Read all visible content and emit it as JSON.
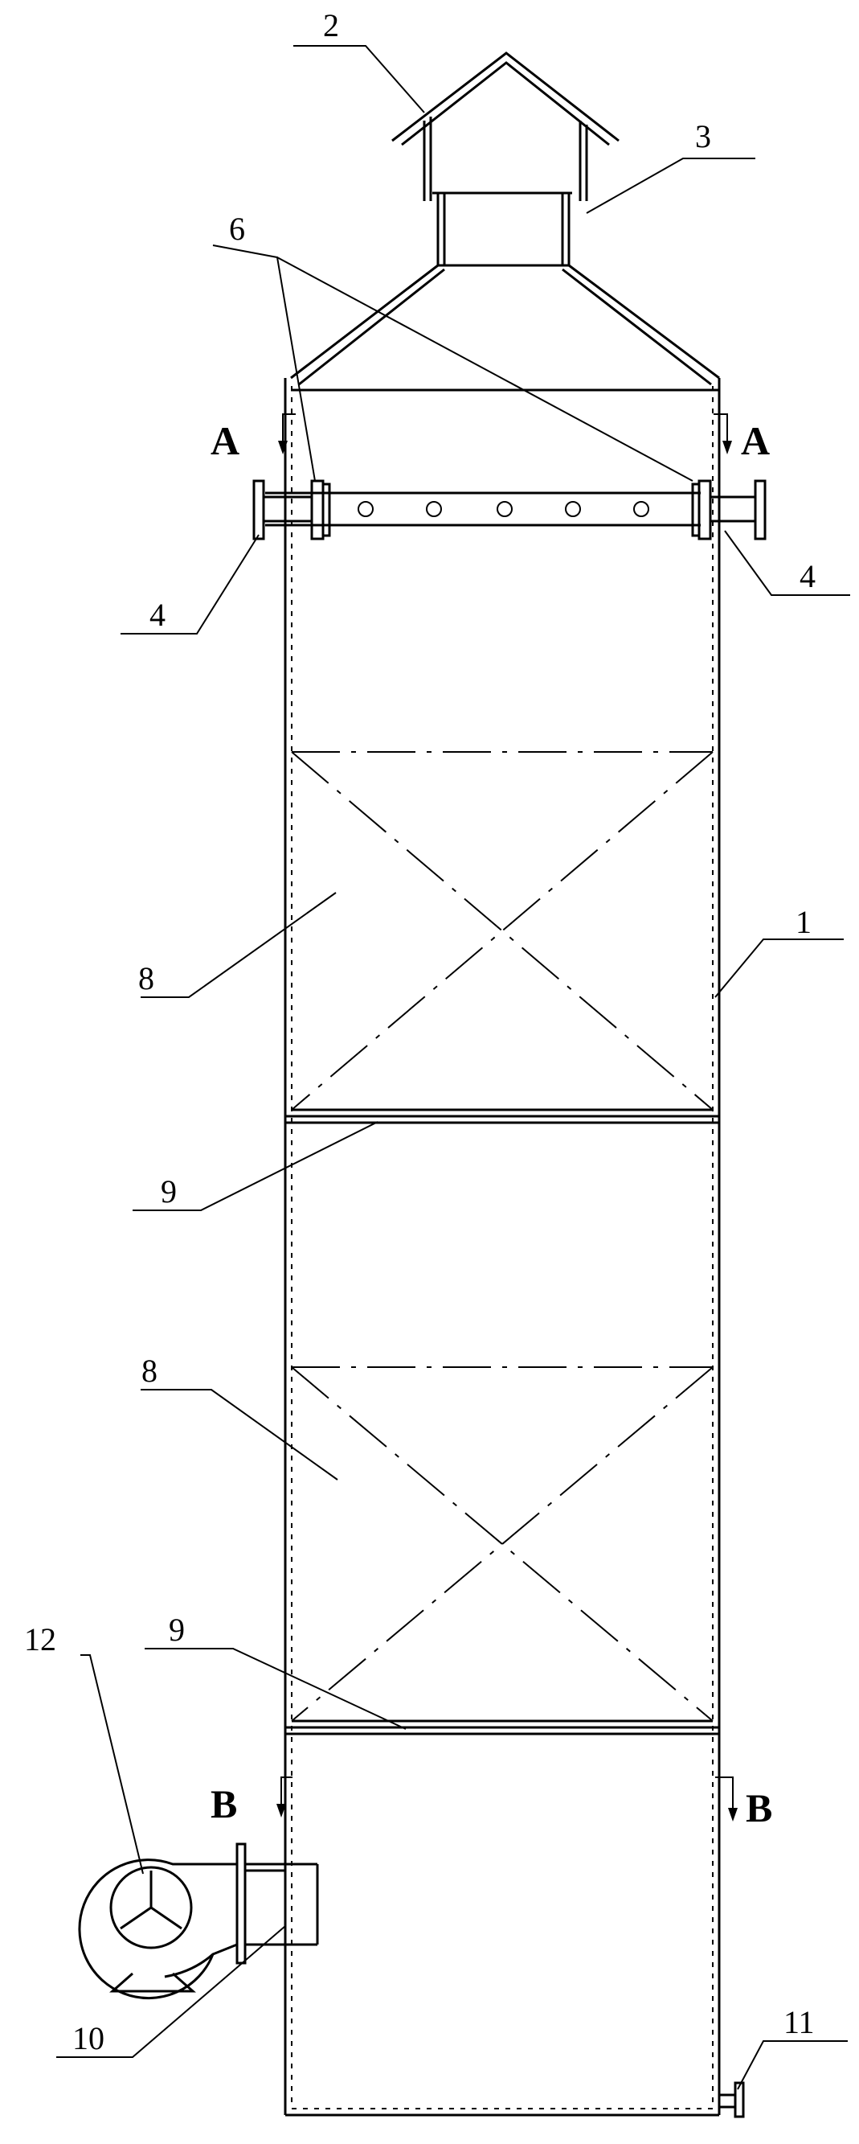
{
  "callouts": {
    "c1": "1",
    "c2": "2",
    "c3": "3",
    "c4_left": "4",
    "c4_right": "4",
    "c6": "6",
    "c8_upper": "8",
    "c8_lower": "8",
    "c9_upper": "9",
    "c9_lower": "9",
    "c10": "10",
    "c11": "11",
    "c12": "12"
  },
  "sections": {
    "a_left": "A",
    "a_right": "A",
    "b_left": "B",
    "b_right": "B"
  }
}
